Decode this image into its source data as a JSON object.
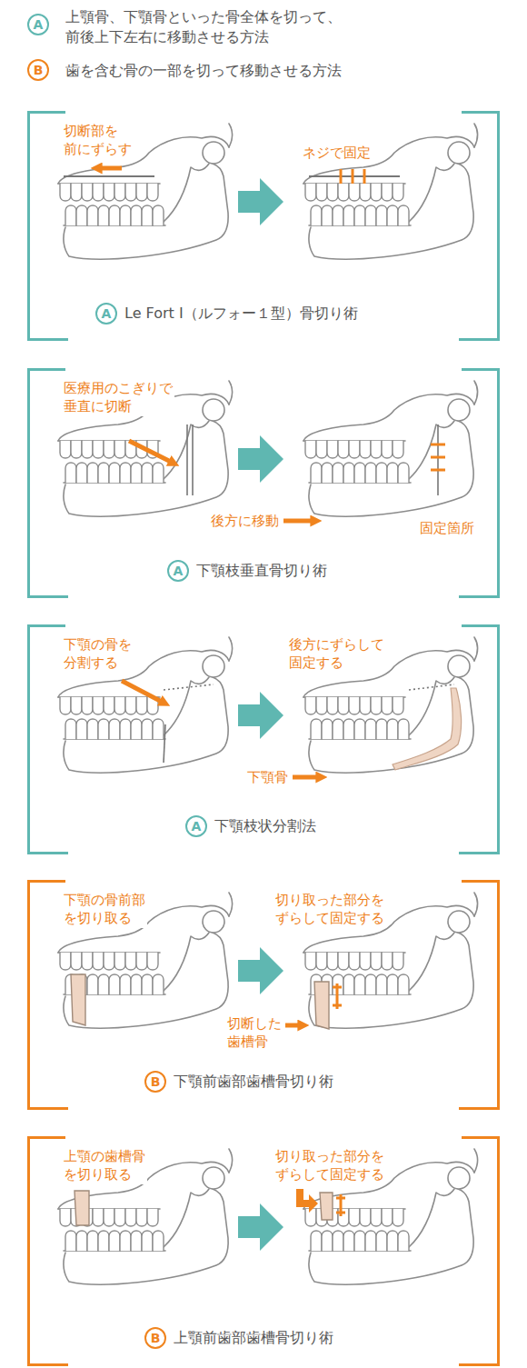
{
  "diagram": {
    "nodes": [
      {
        "text": [
          "A"
        ]
      },
      {
        "text": [
          "B"
        ]
      },
      {
        "text": [
          "切断部を 前にずらす",
          "ネジで固定",
          "Le Fort I（ルフォー１型）骨切り術"
        ]
      },
      {
        "text": [
          "A"
        ],
        "in": 2
      },
      {
        "text": [
          "医療用のこぎりで 垂直に切断",
          "後方に移動",
          "固定箇所",
          "下顎枝垂直骨切り術"
        ]
      },
      {
        "text": [
          "A"
        ],
        "in": 4
      },
      {
        "text": [
          "下顎の骨を 分割する",
          "後方にずらして 固定する",
          "下顎骨",
          "下顎枝状分割法"
        ]
      },
      {
        "text": [
          "A"
        ],
        "in": 6
      },
      {
        "text": [
          "下顎の骨前部 を切り取る",
          "切り取った部分を ずらして固定する",
          "切断した 歯槽骨",
          "下顎前歯部歯槽骨切り術"
        ]
      },
      {
        "text": [
          "B"
        ],
        "in": 8
      },
      {
        "text": [
          "上顎の歯槽骨 を切り取る",
          "切り取った部分を ずらして固定する",
          "上顎前歯部歯槽骨切り術"
        ]
      },
      {
        "text": [
          "B"
        ],
        "in": 10
      }
    ],
    "labels": [
      "上顎骨、下顎骨といった骨全体を切って、 前後上下左右に移動させる方法",
      "歯を含む骨の一部を切って移動させる方法"
    ]
  }
}
